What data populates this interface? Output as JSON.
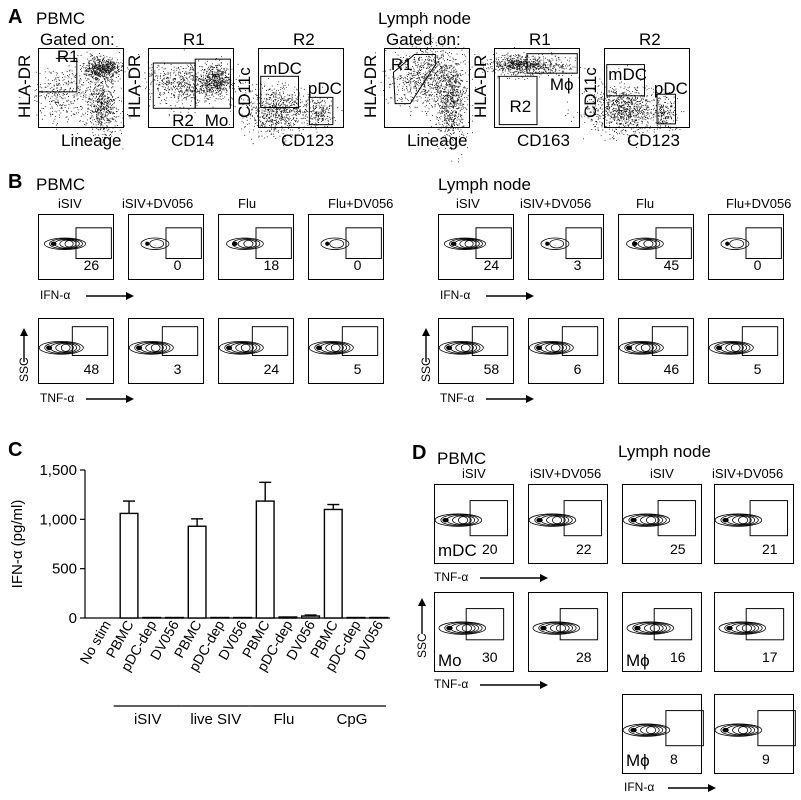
{
  "panels": {
    "A": {
      "letter": "A",
      "pbmc": {
        "title": "PBMC",
        "plots": [
          {
            "header": "Gated on:",
            "xlabel": "Lineage",
            "ylabel": "HLA-DR",
            "gates": [
              "R1"
            ]
          },
          {
            "header": "R1",
            "xlabel": "CD14",
            "ylabel": "HLA-DR",
            "gates": [
              "R2",
              "Mo"
            ]
          },
          {
            "header": "R2",
            "xlabel": "CD123",
            "ylabel": "CD11c",
            "gates": [
              "mDC",
              "pDC"
            ]
          }
        ]
      },
      "ln": {
        "title": "Lymph node",
        "plots": [
          {
            "header": "Gated on:",
            "xlabel": "Lineage",
            "ylabel": "HLA-DR",
            "gates": [
              "R1"
            ]
          },
          {
            "header": "R1",
            "xlabel": "CD163",
            "ylabel": "HLA-DR",
            "gates": [
              "R2",
              "Mϕ"
            ]
          },
          {
            "header": "R2",
            "xlabel": "CD123",
            "ylabel": "CD11c",
            "gates": [
              "mDC",
              "pDC"
            ]
          }
        ]
      }
    },
    "B": {
      "letter": "B",
      "pbmc_title": "PBMC",
      "ln_title": "Lymph node",
      "conditions": [
        "iSIV",
        "iSIV+DV056",
        "Flu",
        "Flu+DV056"
      ],
      "ifn_label": "IFN-α",
      "tnf_label": "TNF-α",
      "ssc_label": "SSC",
      "pbmc_ifn": [
        "26",
        "0",
        "18",
        "0"
      ],
      "pbmc_tnf": [
        "48",
        "3",
        "24",
        "5"
      ],
      "ln_ifn": [
        "24",
        "3",
        "45",
        "0"
      ],
      "ln_tnf": [
        "58",
        "6",
        "46",
        "5"
      ]
    },
    "C": {
      "letter": "C",
      "groups": [
        "iSIV",
        "live SIV",
        "Flu",
        "CpG"
      ]
    },
    "D": {
      "letter": "D",
      "pbmc_title": "PBMC",
      "ln_title": "Lymph node",
      "columns": [
        "iSIV",
        "iSIV+DV056",
        "iSIV",
        "iSIV+DV056"
      ],
      "tnf_label": "TNF-α",
      "ifn_label": "IFN-α",
      "ssc_label": "SSC",
      "row1": {
        "cell_label": "mDC",
        "values": [
          "20",
          "22",
          "25",
          "21"
        ]
      },
      "row2": {
        "pbmc_label": "Mo",
        "ln_label": "Mϕ",
        "values": [
          "30",
          "28",
          "16",
          "17"
        ]
      },
      "row3": {
        "cell_label": "Mϕ",
        "values": [
          "8",
          "9"
        ]
      }
    }
  },
  "chart_data": {
    "type": "bar",
    "title": "",
    "xlabel": "",
    "ylabel": "IFN-α (pg/ml)",
    "ylim": [
      0,
      1500
    ],
    "yticks": [
      "0",
      "500",
      "1,000",
      "1,500"
    ],
    "ytick_values": [
      0,
      500,
      1000,
      1500
    ],
    "categories": [
      "No stim",
      "PBMC",
      "pDC-dep",
      "DV056",
      "PBMC",
      "pDC-dep",
      "DV056",
      "PBMC",
      "pDC-dep",
      "DV056",
      "PBMC",
      "pDC-dep",
      "DV056"
    ],
    "values": [
      0,
      1060,
      5,
      5,
      930,
      5,
      5,
      1185,
      10,
      20,
      1100,
      5,
      5
    ],
    "errors": [
      0,
      125,
      0,
      0,
      75,
      0,
      0,
      190,
      0,
      10,
      50,
      0,
      0
    ],
    "grid": false
  }
}
